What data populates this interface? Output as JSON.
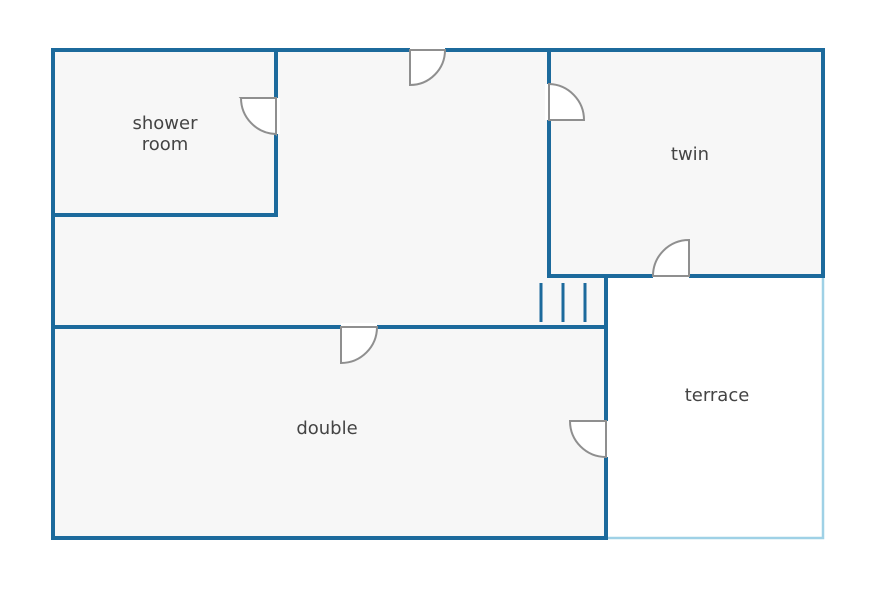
{
  "rooms": {
    "shower_room": "shower\nroom",
    "twin": "twin",
    "double": "double",
    "terrace": "terrace"
  },
  "colors": {
    "wall": "#1c6a9c",
    "terrace_edge": "#9fd1e6",
    "floor": "#f7f7f7",
    "door": "#8f8f8f"
  }
}
